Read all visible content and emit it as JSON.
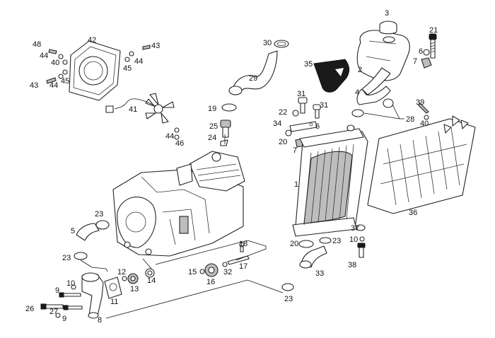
{
  "diagram": {
    "callouts": [
      {
        "id": "c3",
        "label": "3"
      },
      {
        "id": "c21",
        "label": "21"
      },
      {
        "id": "c30",
        "label": "30"
      },
      {
        "id": "c42",
        "label": "42"
      },
      {
        "id": "c48",
        "label": "48"
      },
      {
        "id": "c44a",
        "label": "44"
      },
      {
        "id": "c40a",
        "label": "40"
      },
      {
        "id": "c43a",
        "label": "43"
      },
      {
        "id": "c44b",
        "label": "44"
      },
      {
        "id": "c45a",
        "label": "45"
      },
      {
        "id": "c43b",
        "label": "43"
      },
      {
        "id": "c45b",
        "label": "45"
      },
      {
        "id": "c44c",
        "label": "44"
      },
      {
        "id": "c6a",
        "label": "6"
      },
      {
        "id": "c7a",
        "label": "7"
      },
      {
        "id": "c2",
        "label": "2"
      },
      {
        "id": "c35",
        "label": "35"
      },
      {
        "id": "c29",
        "label": "29"
      },
      {
        "id": "c4",
        "label": "4"
      },
      {
        "id": "c41",
        "label": "41"
      },
      {
        "id": "c31a",
        "label": "31"
      },
      {
        "id": "c31b",
        "label": "31"
      },
      {
        "id": "c19",
        "label": "19"
      },
      {
        "id": "c22",
        "label": "22"
      },
      {
        "id": "c39",
        "label": "39"
      },
      {
        "id": "c28",
        "label": "28"
      },
      {
        "id": "c25",
        "label": "25"
      },
      {
        "id": "c34",
        "label": "34"
      },
      {
        "id": "c6b",
        "label": "6"
      },
      {
        "id": "c40b",
        "label": "40"
      },
      {
        "id": "c44d",
        "label": "44"
      },
      {
        "id": "c24",
        "label": "24"
      },
      {
        "id": "c46",
        "label": "46"
      },
      {
        "id": "c20a",
        "label": "20"
      },
      {
        "id": "c7b",
        "label": "7"
      },
      {
        "id": "c1",
        "label": "1"
      },
      {
        "id": "c36",
        "label": "36"
      },
      {
        "id": "c23a",
        "label": "23"
      },
      {
        "id": "c5",
        "label": "5"
      },
      {
        "id": "c37",
        "label": "37"
      },
      {
        "id": "c10a",
        "label": "10"
      },
      {
        "id": "c20b",
        "label": "20"
      },
      {
        "id": "c23b",
        "label": "23"
      },
      {
        "id": "c18",
        "label": "18"
      },
      {
        "id": "c23c",
        "label": "23"
      },
      {
        "id": "c17",
        "label": "17"
      },
      {
        "id": "c38",
        "label": "38"
      },
      {
        "id": "c12",
        "label": "12"
      },
      {
        "id": "c15",
        "label": "15"
      },
      {
        "id": "c32",
        "label": "32"
      },
      {
        "id": "c33",
        "label": "33"
      },
      {
        "id": "c13",
        "label": "13"
      },
      {
        "id": "c14",
        "label": "14"
      },
      {
        "id": "c16",
        "label": "16"
      },
      {
        "id": "c10b",
        "label": "10"
      },
      {
        "id": "c9a",
        "label": "9"
      },
      {
        "id": "c11",
        "label": "11"
      },
      {
        "id": "c23d",
        "label": "23"
      },
      {
        "id": "c26",
        "label": "26"
      },
      {
        "id": "c27",
        "label": "27"
      },
      {
        "id": "c9b",
        "label": "9"
      },
      {
        "id": "c8",
        "label": "8"
      }
    ]
  }
}
